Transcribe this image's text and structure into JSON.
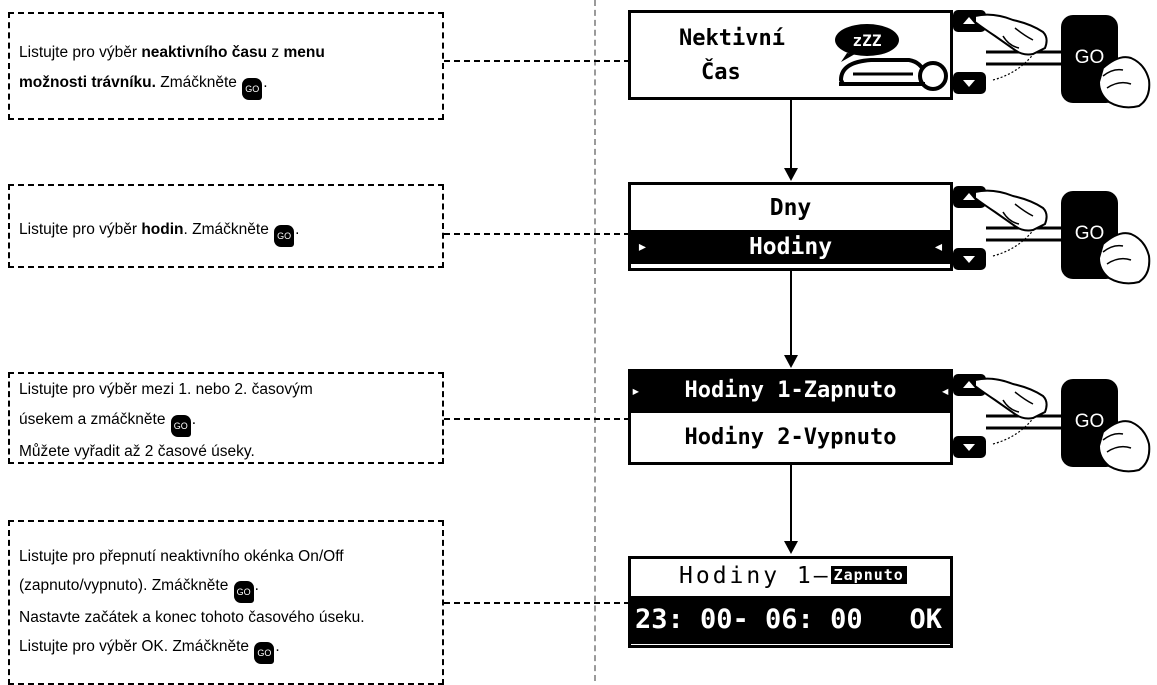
{
  "instructions": [
    {
      "lines": [
        [
          {
            "t": "Listujte pro výběr ",
            "b": false
          },
          {
            "t": "neaktivního času",
            "b": true
          },
          {
            "t": " z ",
            "b": false
          },
          {
            "t": "menu",
            "b": true
          }
        ],
        [
          {
            "t": "možnosti trávníku.",
            "b": true
          },
          {
            "t": " Zmáčkněte ",
            "b": false
          },
          {
            "go": true
          },
          {
            "t": ".",
            "b": false
          }
        ]
      ]
    },
    {
      "lines": [
        [
          {
            "t": "Listujte pro výběr ",
            "b": false
          },
          {
            "t": "hodin",
            "b": true
          },
          {
            "t": ". Zmáčkněte ",
            "b": false
          },
          {
            "go": true
          },
          {
            "t": ".",
            "b": false
          }
        ]
      ]
    },
    {
      "lines": [
        [
          {
            "t": "Listujte pro výběr mezi 1. nebo 2. časovým",
            "b": false
          }
        ],
        [
          {
            "t": "úsekem a zmáčkněte ",
            "b": false
          },
          {
            "go": true
          },
          {
            "t": ".",
            "b": false
          }
        ],
        [
          {
            "t": "Můžete vyřadit až 2 časové úseky.",
            "b": false
          }
        ]
      ]
    },
    {
      "lines": [
        [
          {
            "t": "Listujte pro přepnutí neaktivního okénka On/Off",
            "b": false
          }
        ],
        [
          {
            "t": "(zapnuto/vypnuto). Zmáčkněte ",
            "b": false
          },
          {
            "go": true
          },
          {
            "t": ".",
            "b": false
          }
        ],
        [
          {
            "t": "Nastavte začátek a konec tohoto časového úseku.",
            "b": false
          }
        ],
        [
          {
            "t": "Listujte pro výběr OK. Zmáčkněte ",
            "b": false
          },
          {
            "go": true
          },
          {
            "t": ".",
            "b": false
          }
        ]
      ]
    }
  ],
  "go_label": "GO",
  "screens": {
    "s1": {
      "line1": "Nektivní",
      "line2": "Čas",
      "icon_text": "zZZ"
    },
    "s2": {
      "row1": "Dny",
      "row2": "Hodiny",
      "sel_left": "▸",
      "sel_right": "◂"
    },
    "s3": {
      "row1": "Hodiny 1-Zapnuto",
      "row2": "Hodiny 2-Vypnuto",
      "sel_left": "▸",
      "sel_right": "◂"
    },
    "s4": {
      "label": "Hodiny 1–",
      "state": "Zapnuto",
      "time": "23: 00- 06: 00",
      "ok": "OK"
    }
  },
  "colors": {
    "ink": "#000000",
    "paper": "#ffffff",
    "divider": "#9a9a9a"
  }
}
